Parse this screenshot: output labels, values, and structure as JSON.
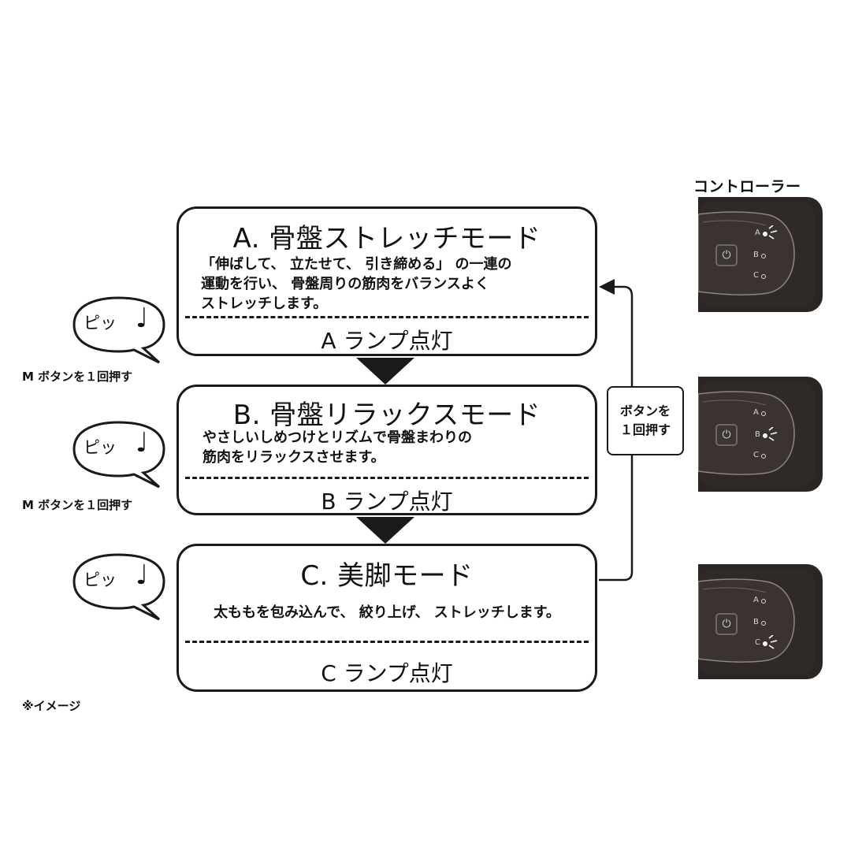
{
  "modes": [
    {
      "title": "A. 骨盤ストレッチモード",
      "desc_lines": [
        "「伸ばして、 立たせて、 引き締める」 の一連の",
        "運動を行い、 骨盤周りの筋肉をバランスよく",
        "ストレッチします。"
      ],
      "lamp": "A ランプ点灯"
    },
    {
      "title": "B. 骨盤リラックスモード",
      "desc_lines": [
        "やさしいしめつけとリズムで骨盤まわりの",
        "筋肉をリラックスさせます。"
      ],
      "lamp": "B ランプ点灯"
    },
    {
      "title": "C. 美脚モード",
      "desc_lines": [
        "太ももを包み込んで、 絞り上げ、 ストレッチします。"
      ],
      "lamp": "C ランプ点灯"
    }
  ],
  "bubbles": [
    {
      "text": "ピッ",
      "icon": "music-note-icon"
    },
    {
      "text": "ピッ",
      "icon": "music-note-icon"
    },
    {
      "text": "ピッ",
      "icon": "music-note-icon"
    }
  ],
  "press_labels": [
    "M ボタンを１回押す",
    "M ボタンを１回押す"
  ],
  "return_box": {
    "line1": "ボタンを",
    "line2": "１回押す"
  },
  "controller": {
    "title": "コントローラー",
    "lamp_labels": [
      "A",
      "B",
      "C"
    ],
    "active_lamps": [
      "A",
      "B",
      "C"
    ],
    "colors": {
      "body": "#2b2524",
      "panel": "#342e2d",
      "lamp_on": "#ffffff"
    }
  },
  "image_note": "※イメージ"
}
